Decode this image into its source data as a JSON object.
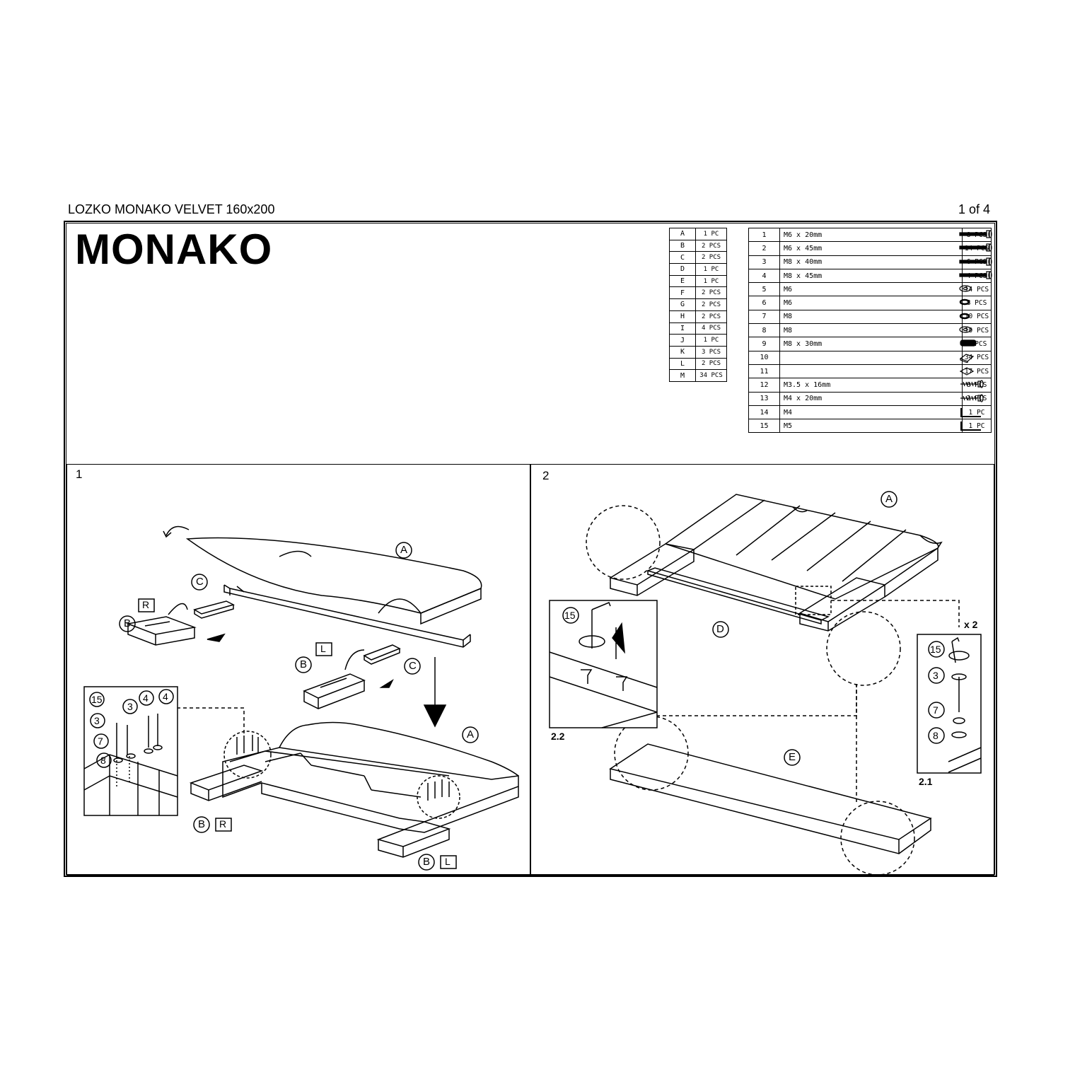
{
  "header": {
    "doc_title": "LOZKO MONAKO VELVET 160x200",
    "page": "1 of 4"
  },
  "brand": "MONAKO",
  "parts": [
    {
      "id": "A",
      "qty": "1 PC"
    },
    {
      "id": "B",
      "qty": "2 PCS"
    },
    {
      "id": "C",
      "qty": "2 PCS"
    },
    {
      "id": "D",
      "qty": "1 PC"
    },
    {
      "id": "E",
      "qty": "1 PC"
    },
    {
      "id": "F",
      "qty": "2 PCS"
    },
    {
      "id": "G",
      "qty": "2 PCS"
    },
    {
      "id": "H",
      "qty": "2 PCS"
    },
    {
      "id": "I",
      "qty": "4 PCS"
    },
    {
      "id": "J",
      "qty": "1 PC"
    },
    {
      "id": "K",
      "qty": "3 PCS"
    },
    {
      "id": "L",
      "qty": "2 PCS"
    },
    {
      "id": "M",
      "qty": "34 PCS"
    }
  ],
  "hardware": [
    {
      "n": "1",
      "spec": "M6 x 20mm",
      "icon": "bolt-icon",
      "qty": "8 PCS"
    },
    {
      "n": "2",
      "spec": "M6 x 45mm",
      "icon": "bolt-icon",
      "qty": "14 PCS"
    },
    {
      "n": "3",
      "spec": "M8 x 40mm",
      "icon": "bolt-icon",
      "qty": "6 PCS"
    },
    {
      "n": "4",
      "spec": "M8 x 45mm",
      "icon": "bolt-icon",
      "qty": "4 PCS"
    },
    {
      "n": "5",
      "spec": "M6",
      "icon": "washer-icon",
      "qty": "14 PCS"
    },
    {
      "n": "6",
      "spec": "M6",
      "icon": "spring-washer-icon",
      "qty": "8 PCS"
    },
    {
      "n": "7",
      "spec": "M8",
      "icon": "spring-washer-icon",
      "qty": "10 PCS"
    },
    {
      "n": "8",
      "spec": "M8",
      "icon": "washer-icon",
      "qty": "10 PCS"
    },
    {
      "n": "9",
      "spec": "M8 x 30mm",
      "icon": "connector-icon",
      "qty": "4 PCS"
    },
    {
      "n": "10",
      "spec": "",
      "icon": "slat-holder-icon",
      "qty": "34 PCS"
    },
    {
      "n": "11",
      "spec": "",
      "icon": "slat-cap-icon",
      "qty": "17 PCS"
    },
    {
      "n": "12",
      "spec": "M3.5 x 16mm",
      "icon": "screw-icon",
      "qty": "8 PCS"
    },
    {
      "n": "13",
      "spec": "M4 x 20mm",
      "icon": "screw-icon",
      "qty": "2 PCS"
    },
    {
      "n": "14",
      "spec": "M4",
      "icon": "hex-key-icon",
      "qty": "1 PC"
    },
    {
      "n": "15",
      "spec": "M5",
      "icon": "hex-key-icon",
      "qty": "1 PC"
    }
  ],
  "steps": [
    {
      "number": "1",
      "callouts": {
        "A_top": "A",
        "C_left": "C",
        "R_tag": "R",
        "B_left": "B",
        "L_tag": "L",
        "B_mid": "B",
        "C_mid": "C",
        "A_bottom": "A",
        "B_bottom1": "B",
        "R_bottom": "R",
        "B_bottom2": "B",
        "L_bottom": "L"
      },
      "detail_callouts": [
        "15",
        "3",
        "4",
        "4",
        "3",
        "7",
        "8"
      ]
    },
    {
      "number": "2",
      "callouts": {
        "A": "A",
        "D": "D",
        "E": "E"
      },
      "detail_22": {
        "callout": "15",
        "label": "2.2"
      },
      "detail_21": {
        "multiplier": "x 2",
        "callouts": [
          "15",
          "3",
          "7",
          "8"
        ],
        "label": "2.1"
      }
    }
  ]
}
